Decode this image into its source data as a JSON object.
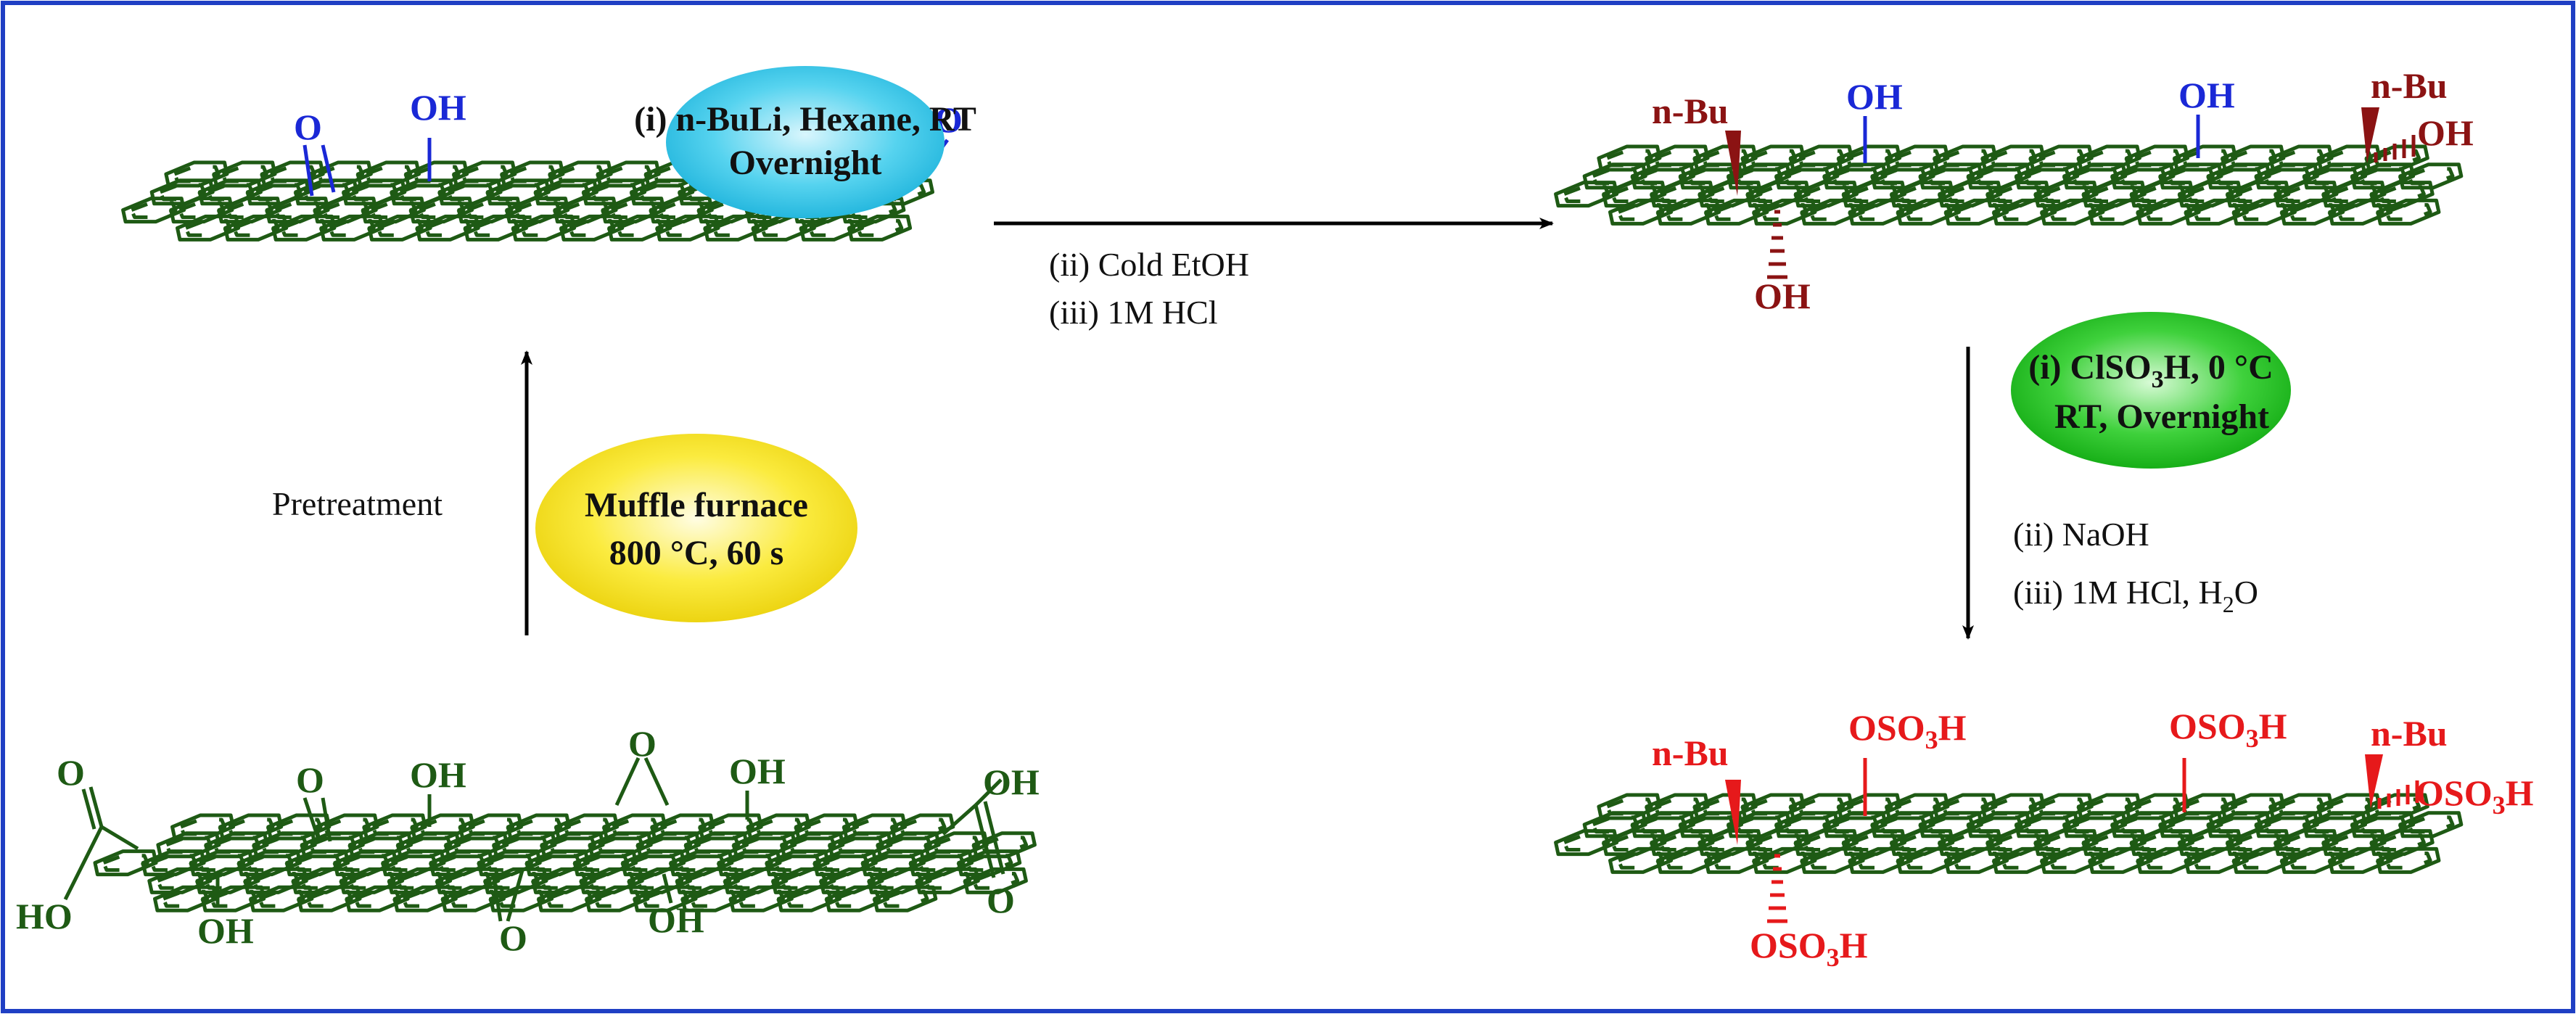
{
  "reaction": {
    "pretreatment": {
      "label": "Pretreatment",
      "line1": "Muffle furnace",
      "line2": "800 °C, 60 s"
    },
    "step1": {
      "bubble_line1": "(i) n-BuLi, Hexane, RT",
      "bubble_line2": "Overnight",
      "cond_ii": "(ii) Cold EtOH",
      "cond_iii": "(iii) 1M HCl"
    },
    "step2": {
      "bubble_line1_pre": "(i) ClSO",
      "bubble_line1_sub": "3",
      "bubble_line1_post": "H, 0 °C",
      "bubble_line2": "RT, Overnight",
      "cond_ii": "(ii) NaOH",
      "cond_iii_pre": "(iii) 1M HCl, H",
      "cond_iii_sub": "2",
      "cond_iii_post": "O"
    }
  },
  "go_labels": {
    "oh": "OH",
    "ho": "HO",
    "o": "O"
  },
  "rgo_labels": {
    "oh": "OH",
    "o": "O"
  },
  "bu_labels": {
    "nbu": "n-Bu",
    "oh": "OH"
  },
  "sulf_labels": {
    "nbu": "n-Bu",
    "oso3h_pre": "OSO",
    "oso3h_sub": "3",
    "oso3h_post": "H"
  },
  "colors": {
    "sheet": "#1e5a14",
    "hydroxyl_blue": "#1a28d6",
    "butyl_darkred": "#8b1313",
    "sulfonate_red": "#e6191b",
    "bubble_cyan": "#32c8e6",
    "bubble_green": "#1fc21f",
    "bubble_yellow": "#f7e21b",
    "frame": "#1f3fc4"
  }
}
